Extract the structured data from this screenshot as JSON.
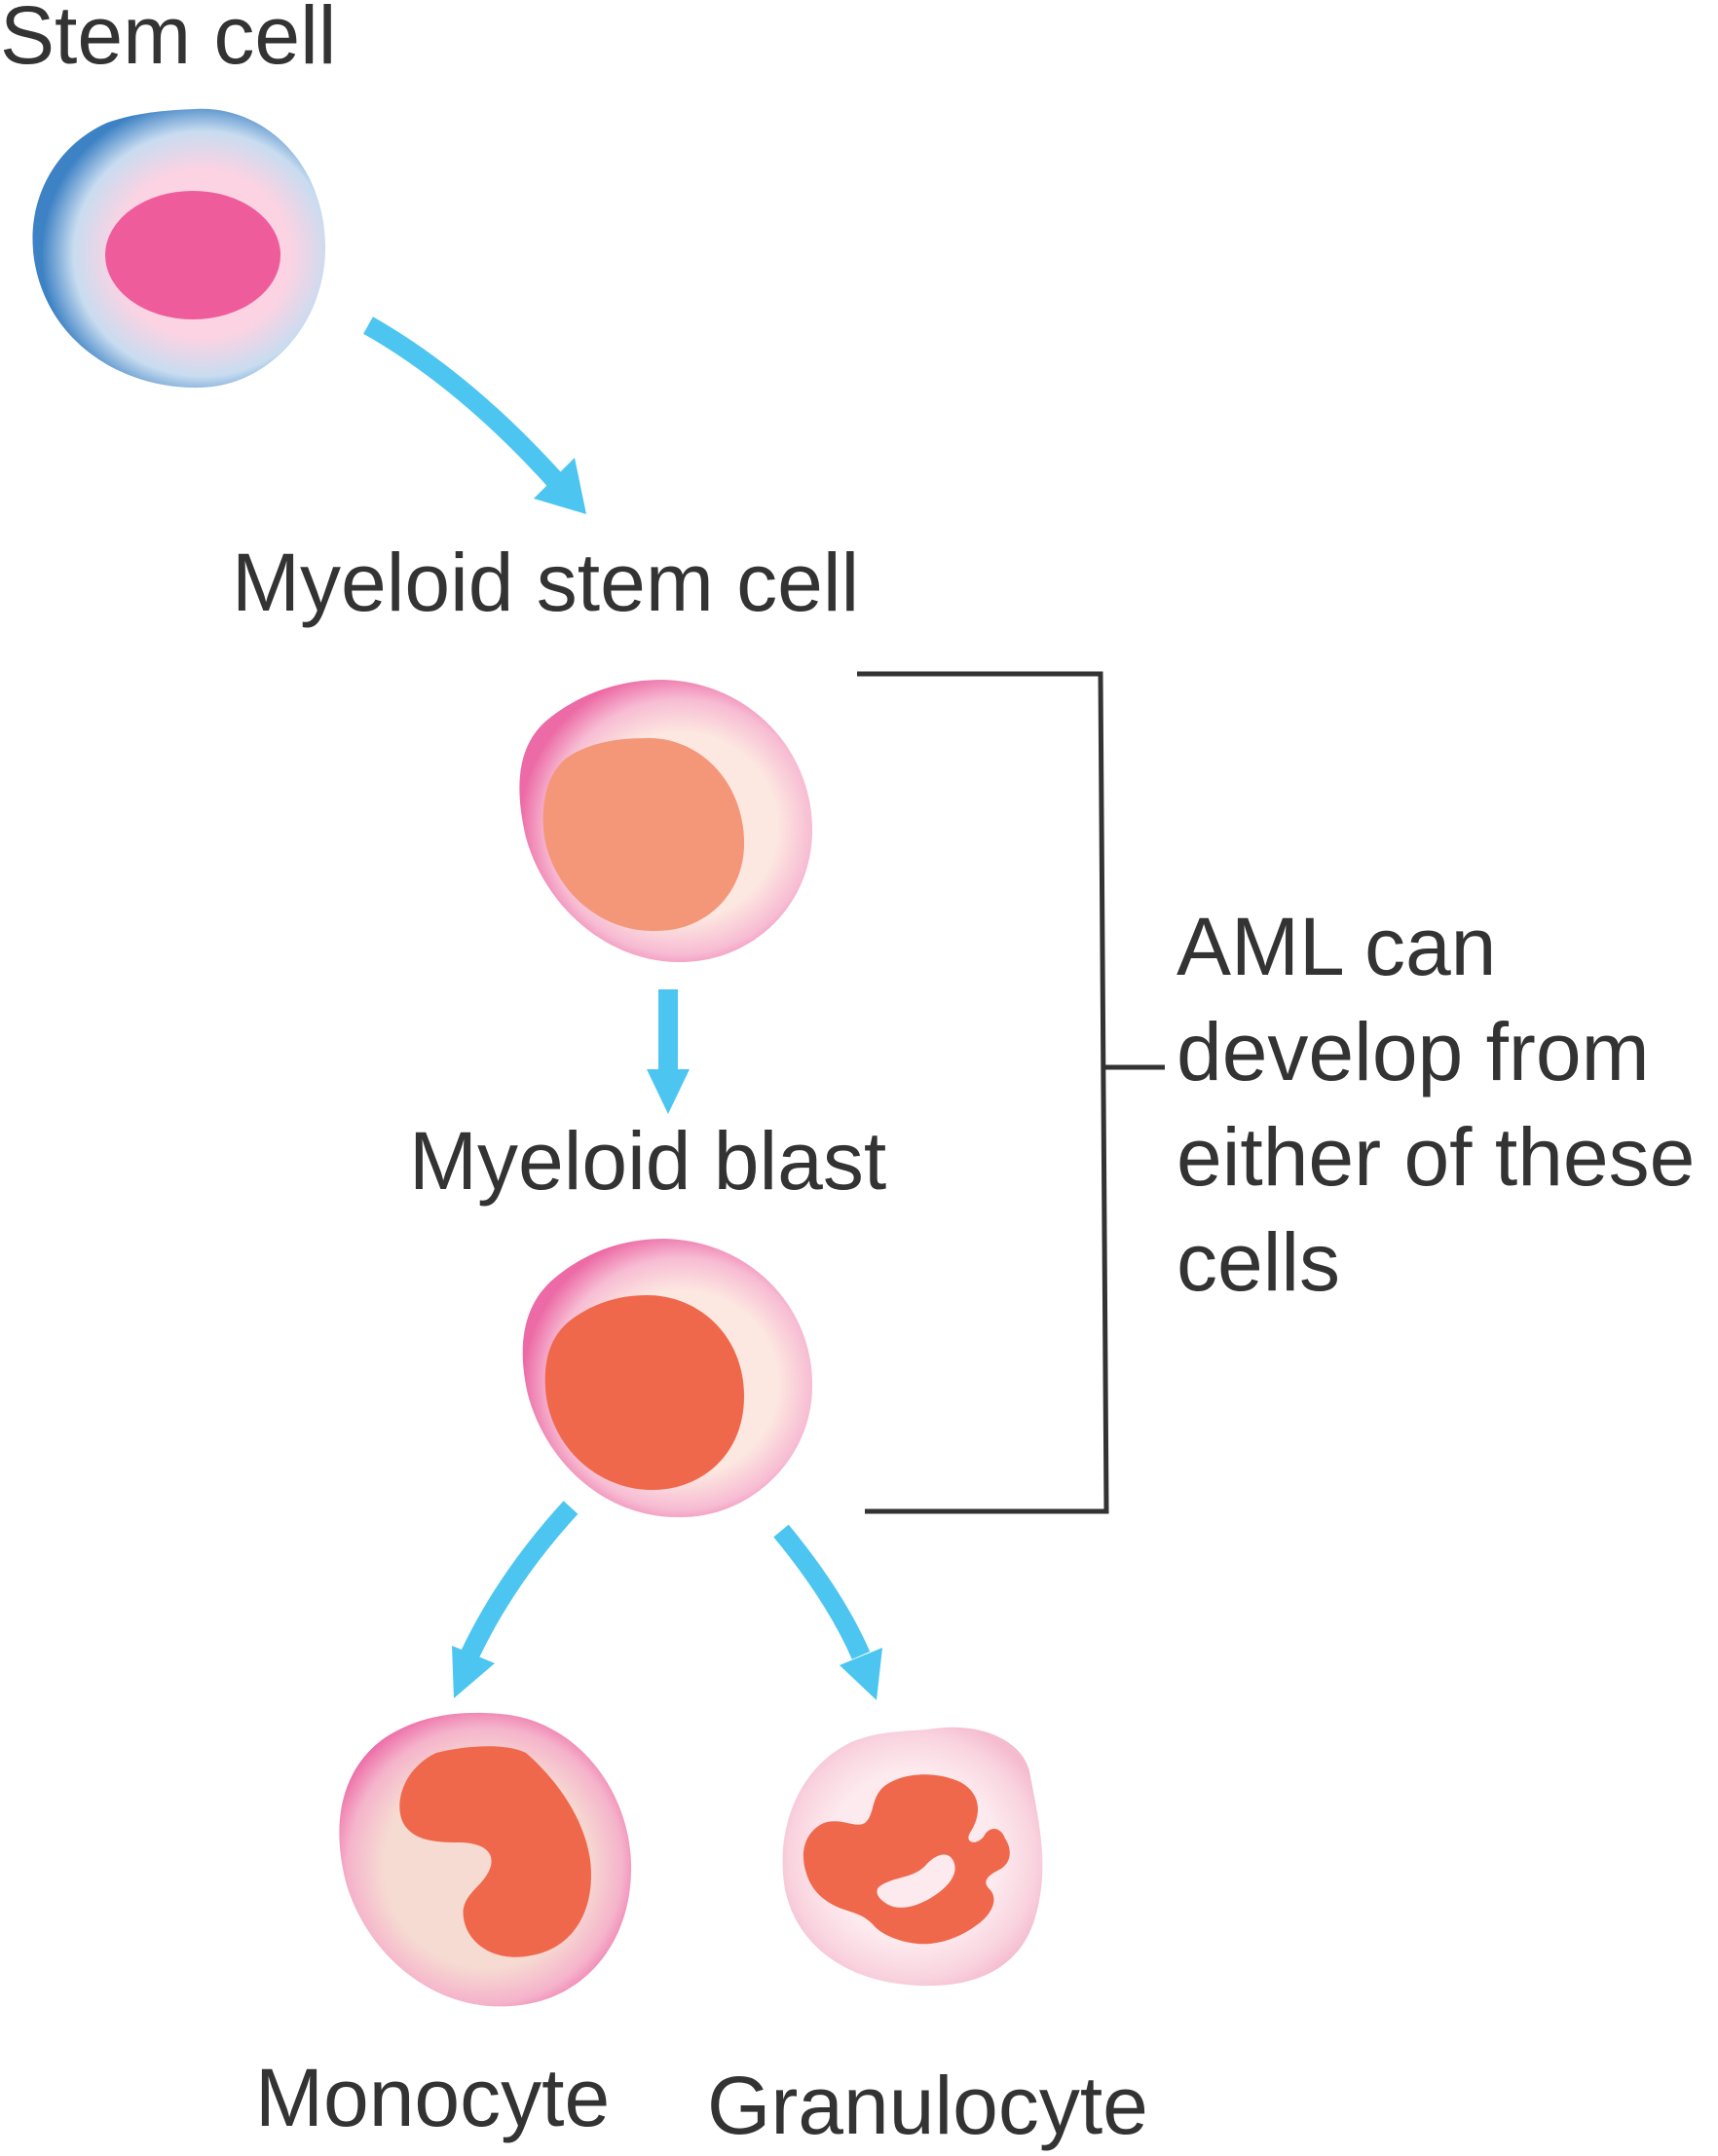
{
  "labels": {
    "stem_cell": "Stem cell",
    "myeloid_stem_cell": "Myeloid stem cell",
    "myeloid_blast": "Myeloid blast",
    "monocyte": "Monocyte",
    "granulocyte": "Granulocyte"
  },
  "annotation": {
    "lines": [
      "AML can",
      "develop from",
      "either of these",
      "cells"
    ]
  },
  "colors": {
    "text": "#333333",
    "arrow": "#4cc6f0",
    "bracket": "#333333",
    "stem_membrane": "#3d82c4",
    "stem_cytoplasm": "#fbd3e3",
    "stem_nucleus": "#ef5c9c",
    "blast_membrane": "#ec6aa5",
    "blast_cytoplasm": "#fde8e1",
    "myeloid_stem_nucleus": "#f49779",
    "blast_nucleus": "#f0684c",
    "monocyte_cytoplasm": "#f6dbd2",
    "granulocyte_membrane": "#f5bccf",
    "granulocyte_cytoplasm": "#fdeaee"
  }
}
